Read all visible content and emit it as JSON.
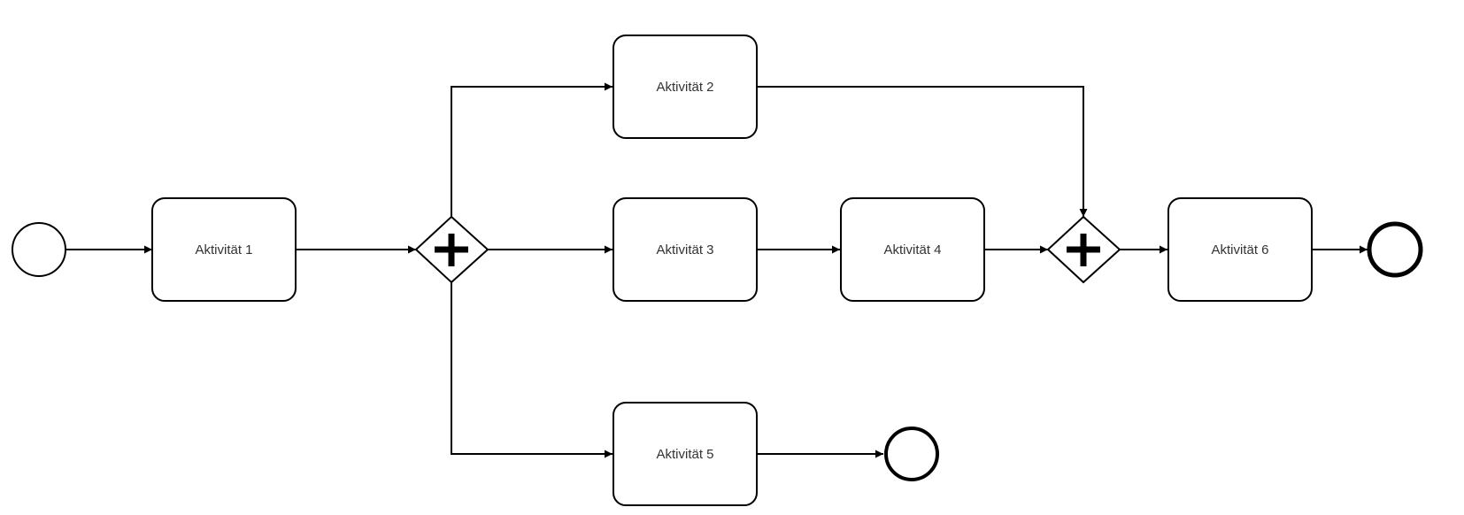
{
  "diagram": {
    "type": "bpmn-process",
    "events": [
      {
        "id": "start",
        "kind": "start-event"
      },
      {
        "id": "end-1",
        "kind": "end-event"
      },
      {
        "id": "end-2",
        "kind": "end-event"
      }
    ],
    "gateways": [
      {
        "id": "split",
        "kind": "parallel-gateway",
        "icon": "plus-icon"
      },
      {
        "id": "join",
        "kind": "parallel-gateway",
        "icon": "plus-icon"
      }
    ],
    "tasks": [
      {
        "id": "t1",
        "label": "Aktivität 1"
      },
      {
        "id": "t2",
        "label": "Aktivität 2"
      },
      {
        "id": "t3",
        "label": "Aktivität 3"
      },
      {
        "id": "t4",
        "label": "Aktivität 4"
      },
      {
        "id": "t5",
        "label": "Aktivität 5"
      },
      {
        "id": "t6",
        "label": "Aktivität 6"
      }
    ],
    "flows": [
      [
        "start",
        "t1"
      ],
      [
        "t1",
        "split"
      ],
      [
        "split",
        "t2"
      ],
      [
        "split",
        "t3"
      ],
      [
        "split",
        "t5"
      ],
      [
        "t2",
        "join"
      ],
      [
        "t3",
        "t4"
      ],
      [
        "t4",
        "join"
      ],
      [
        "join",
        "t6"
      ],
      [
        "t6",
        "end-1"
      ],
      [
        "t5",
        "end-2"
      ]
    ],
    "colors": {
      "stroke": "#000000",
      "fill": "#ffffff",
      "text": "#333333"
    }
  }
}
